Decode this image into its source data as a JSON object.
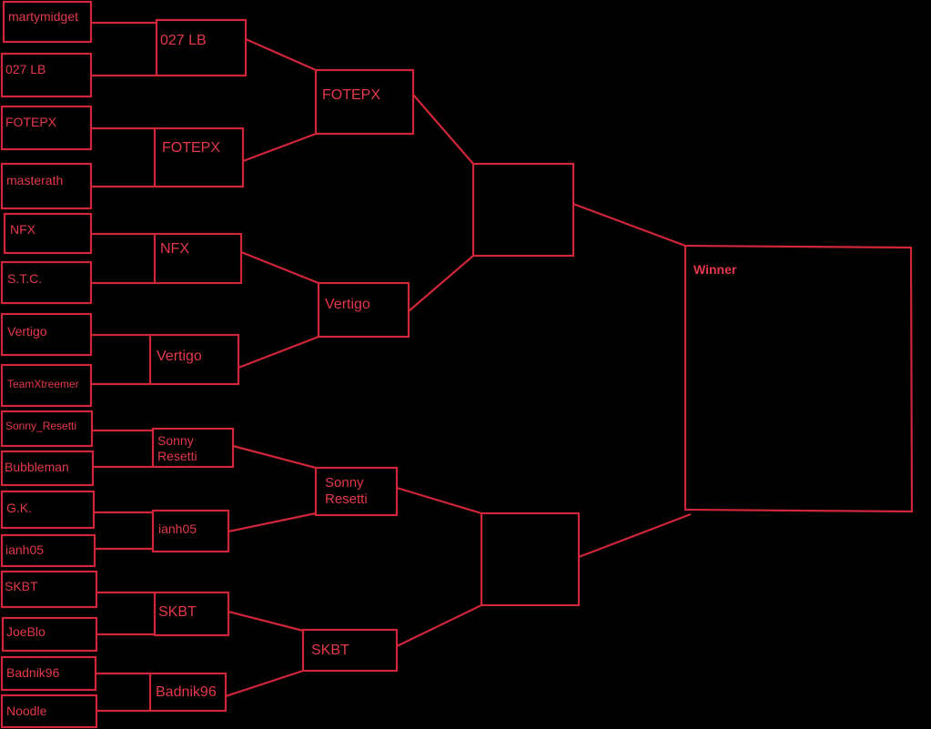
{
  "round1": [
    "martymidget",
    "027 LB",
    "FOTEPX",
    "masterath",
    "NFX",
    "S.T.C.",
    "Vertigo",
    "TeamXtreemer",
    "Sonny_Resetti",
    "Bubbleman",
    "G.K.",
    "ianh05",
    "SKBT",
    "JoeBlo",
    "Badnik96",
    "Noodle"
  ],
  "round2": [
    "027 LB",
    "FOTEPX",
    "NFX",
    "Vertigo",
    "Sonny Resetti",
    "ianh05",
    "SKBT",
    "Badnik96"
  ],
  "round3": [
    "FOTEPX",
    "Vertigo",
    "Sonny Resetti",
    "SKBT"
  ],
  "semifinal": [
    "",
    ""
  ],
  "winner": {
    "label": "Winner",
    "name": ""
  },
  "colors": {
    "background": "#000000",
    "line": "#d0263a",
    "text": "#e3394a"
  }
}
